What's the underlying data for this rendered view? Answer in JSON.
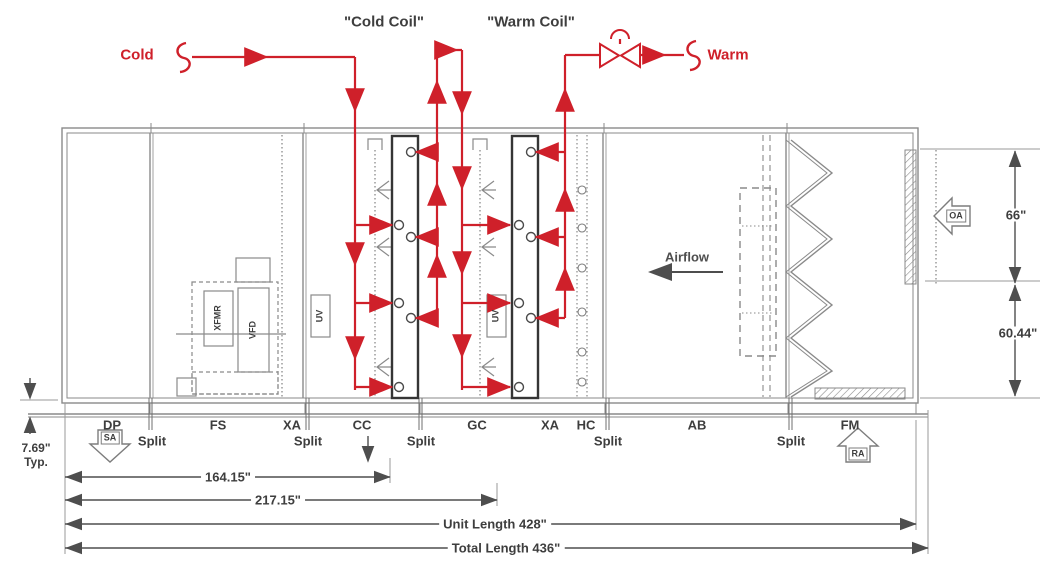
{
  "colors": {
    "pipe_red": "#cf202a",
    "line_gray": "#828282",
    "text_dark": "#3e3e3e"
  },
  "piping": {
    "cold": "Cold",
    "warm": "Warm",
    "cold_coil": "\"Cold Coil\"",
    "warm_coil": "\"Warm Coil\""
  },
  "airflow": {
    "label": "Airflow"
  },
  "sections": {
    "labels": [
      "DP",
      "FS",
      "XA",
      "CC",
      "GC",
      "XA",
      "HC",
      "AB",
      "FM"
    ]
  },
  "split_label": "Split",
  "equipment": {
    "transformer": "XFMR",
    "vfd": "VFD",
    "uv_left": "UV",
    "uv_right": "UV"
  },
  "air_markers": {
    "supply": "SA",
    "return": "RA",
    "outside": "OA"
  },
  "dimensions": {
    "dim_164": "164.15\"",
    "dim_217": "217.15\"",
    "unit_length": "Unit Length 428\"",
    "total_length": "Total Length 436\"",
    "height_upper": "66\"",
    "height_lower": "60.44\"",
    "base_height": "7.69\"",
    "base_typ": "Typ."
  }
}
